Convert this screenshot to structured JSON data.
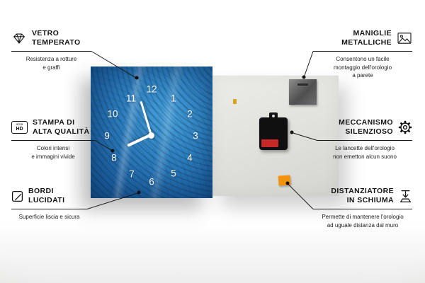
{
  "product": {
    "clock_numbers": [
      "12",
      "1",
      "2",
      "3",
      "4",
      "5",
      "6",
      "7",
      "8",
      "9",
      "10",
      "11"
    ],
    "colors": {
      "clock_blue": "#2f7fc0",
      "back_panel": "#e2e2de",
      "foam_orange": "#f2930f",
      "battery_red": "#c62828"
    }
  },
  "callouts": {
    "left": [
      {
        "icon": "diamond-icon",
        "title": "VETRO\nTEMPERATO",
        "desc": "Resistenza a rotture\ne graffi"
      },
      {
        "icon": "ultra-hd-icon",
        "icon_top": "ultra",
        "icon_bottom": "HD",
        "title": "STAMPA DI\nALTA QUALITÀ",
        "desc": "Colori intensi\ne immagini vivide"
      },
      {
        "icon": "polished-edge-icon",
        "title": "BORDI\nLUCIDATI",
        "desc": "Superficie liscia e sicura"
      }
    ],
    "right": [
      {
        "icon": "picture-frame-icon",
        "title": "MANIGLIE\nMETALLICHE",
        "desc": "Consentono un facile\nmontaggio dell'orologio\na parete"
      },
      {
        "icon": "gear-icon",
        "title": "MECCANISMO\nSILENZIOSO",
        "desc": "Le lancette dell'orologio\nnon emetton alcun suono"
      },
      {
        "icon": "spacer-arrow-icon",
        "title": "DISTANZIATORE\nIN SCHIUMA",
        "desc": "Permette di mantenere l'orologio\nad uguale distanza dal muro"
      }
    ]
  }
}
